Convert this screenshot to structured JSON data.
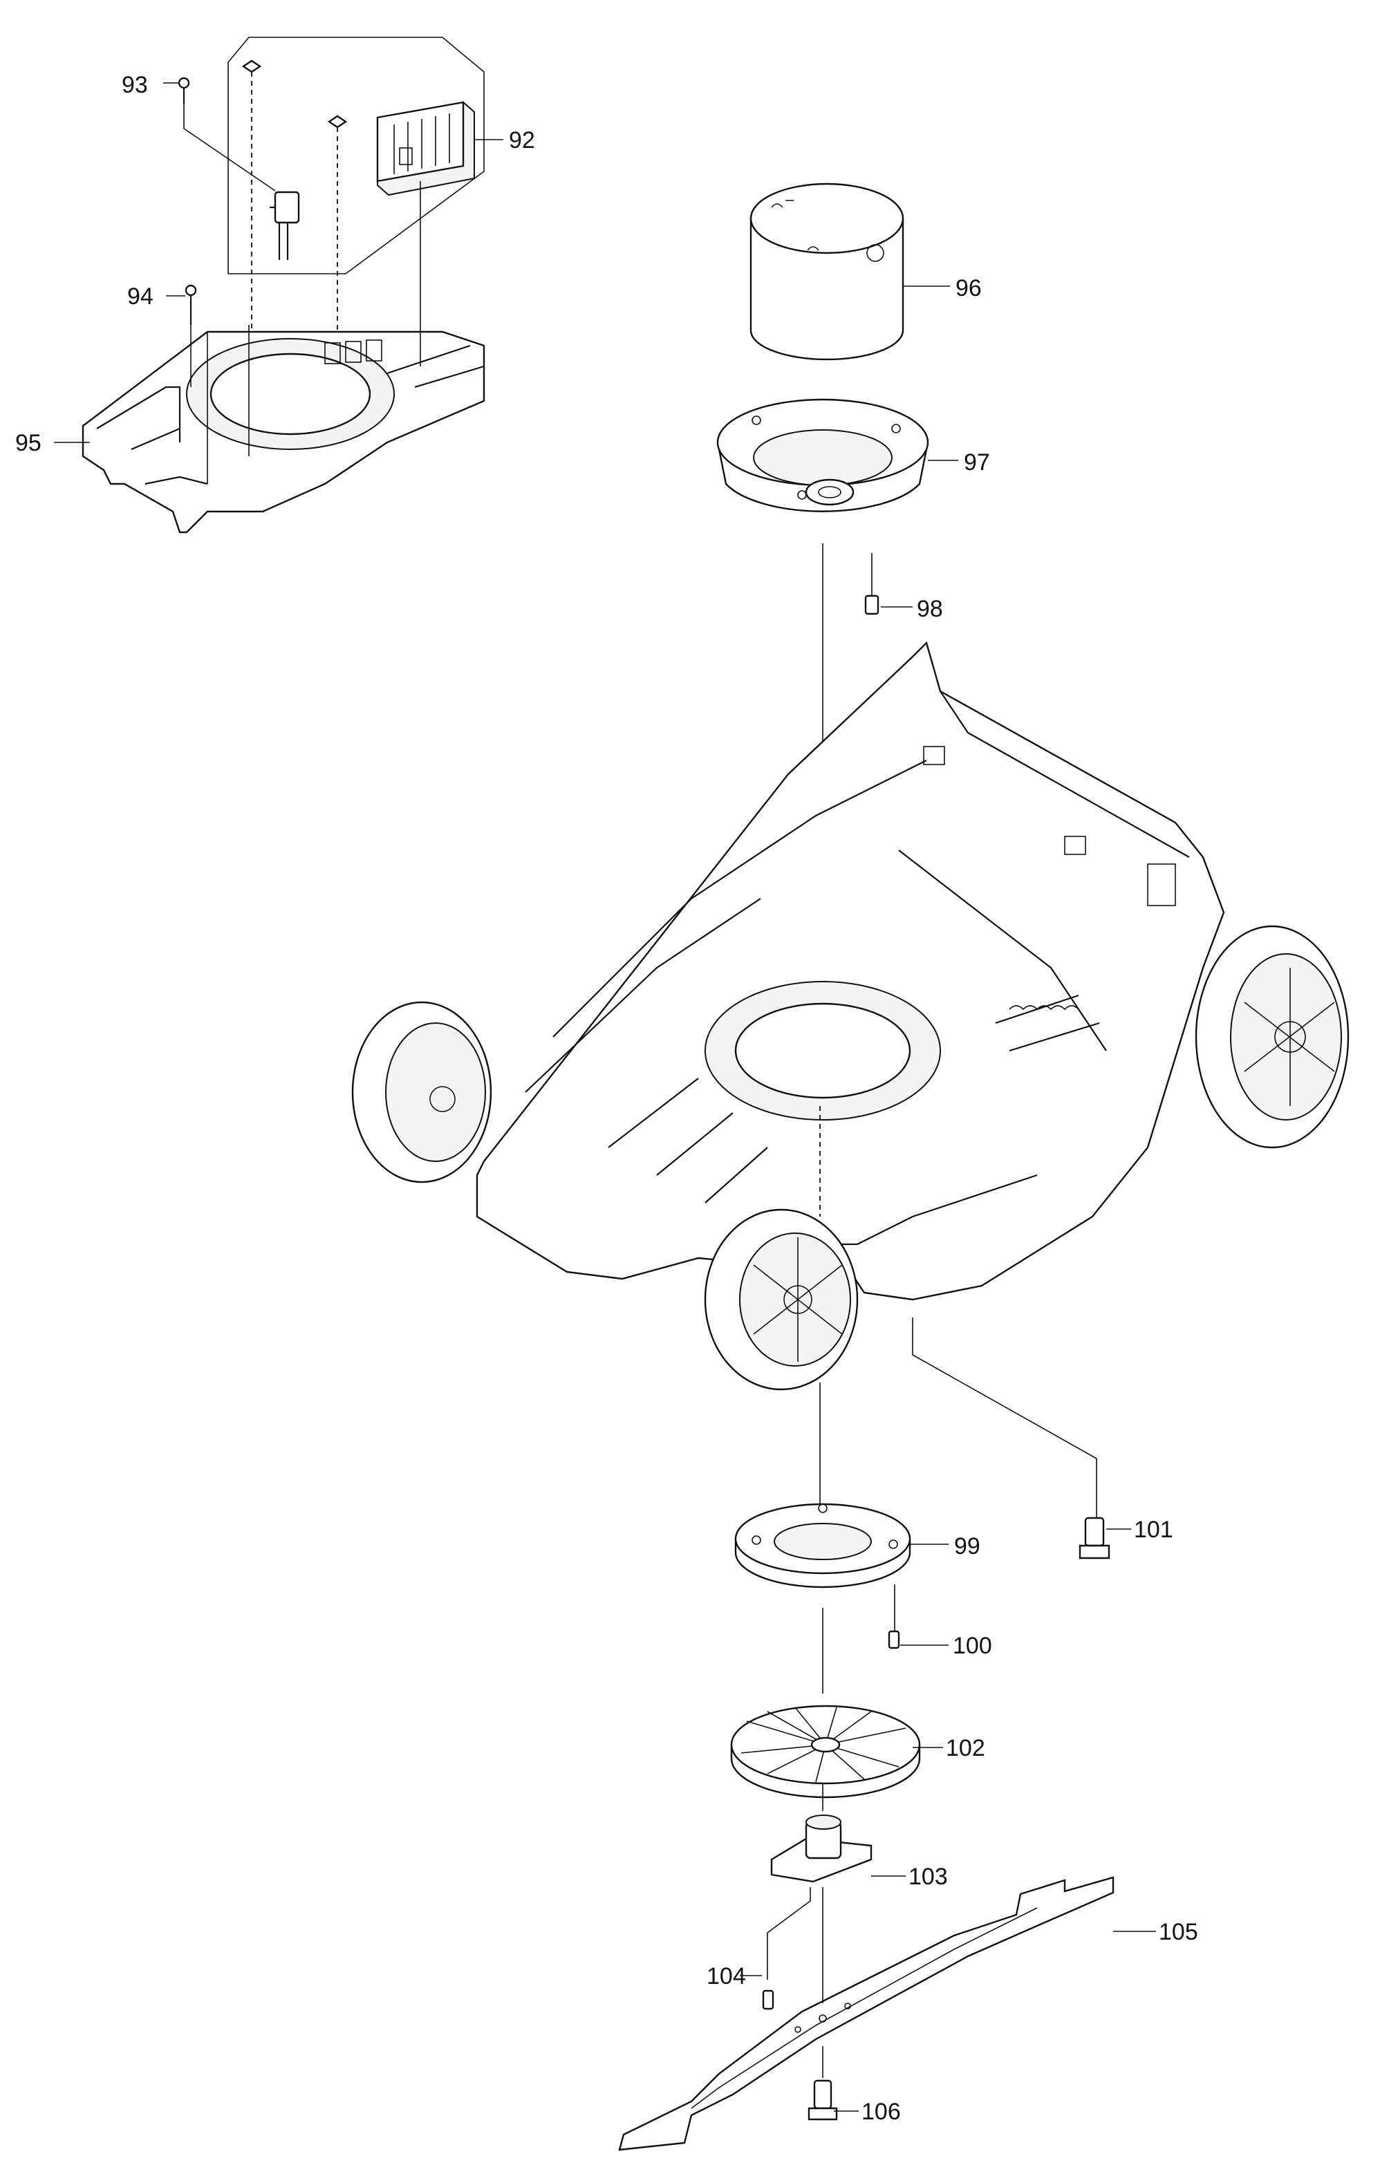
{
  "callouts": [
    {
      "id": "c92",
      "text": "92"
    },
    {
      "id": "c93",
      "text": "93"
    },
    {
      "id": "c94",
      "text": "94"
    },
    {
      "id": "c95",
      "text": "95"
    },
    {
      "id": "c96",
      "text": "96"
    },
    {
      "id": "c97",
      "text": "97"
    },
    {
      "id": "c98",
      "text": "98"
    },
    {
      "id": "c99",
      "text": "99"
    },
    {
      "id": "c100",
      "text": "100"
    },
    {
      "id": "c101",
      "text": "101"
    },
    {
      "id": "c102",
      "text": "102"
    },
    {
      "id": "c103",
      "text": "103"
    },
    {
      "id": "c104",
      "text": "104"
    },
    {
      "id": "c105",
      "text": "105"
    },
    {
      "id": "c106",
      "text": "106"
    }
  ]
}
